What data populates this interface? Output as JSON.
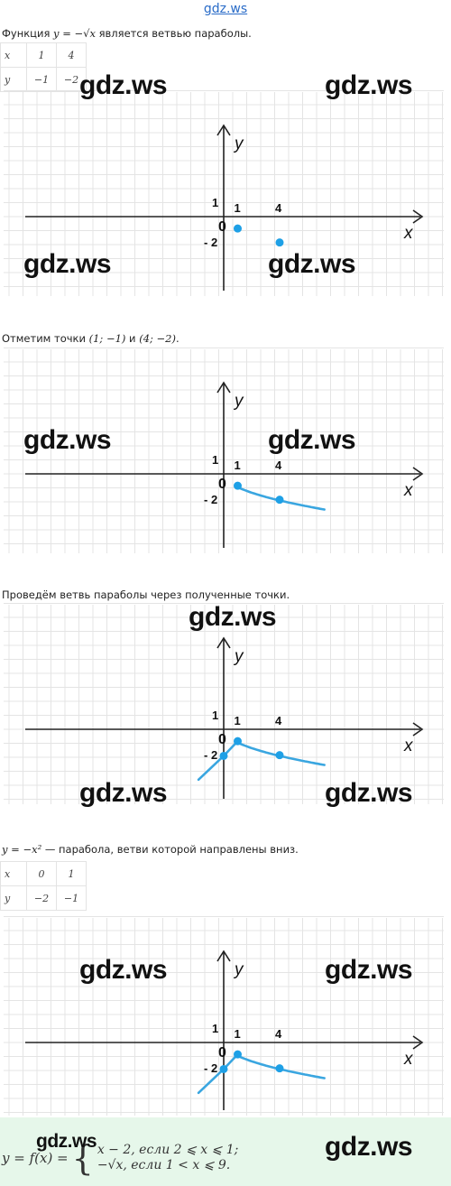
{
  "site": {
    "title": "gdz.ws",
    "watermark": "gdz.ws"
  },
  "step1": {
    "text_prefix": "Функция ",
    "formula": "y = −√x",
    "text_suffix": " является ветвью параболы.",
    "table": {
      "row_x": [
        "x",
        "1",
        "4"
      ],
      "row_y": [
        "y",
        "−1",
        "−2"
      ]
    }
  },
  "step2": {
    "text_prefix": "Отметим точки ",
    "point1": "(1; −1)",
    "and": " и ",
    "point2": "(4; −2)",
    "end": "."
  },
  "step3": {
    "text": "Проведём ветвь параболы через полученные точки."
  },
  "step4": {
    "formula": "y = −x²",
    "text_suffix": " — парабола, ветви которой направлены вниз.",
    "table": {
      "row_x": [
        "x",
        "0",
        "1"
      ],
      "row_y": [
        "y",
        "−2",
        "−1"
      ]
    }
  },
  "graph": {
    "x_axis_label": "x",
    "y_axis_label": "y",
    "origin_label": "0",
    "tick_x1": "1",
    "tick_x4": "4",
    "tick_y1": "1",
    "tick_ym2": "- 2"
  },
  "answer": {
    "lhs": "y = f(x) =",
    "case1": "x − 2,  если 2  ⩽  x  ⩽ 1;",
    "case2": "−√x,  если 1  <  x  ⩽ 9."
  },
  "colors": {
    "curve": "#3aa6e0",
    "point": "#1ea0e6",
    "grid": "#e4e4e4",
    "axis": "#222222",
    "answer_bg": "#e6f7ea",
    "link": "#2a6cc8"
  }
}
